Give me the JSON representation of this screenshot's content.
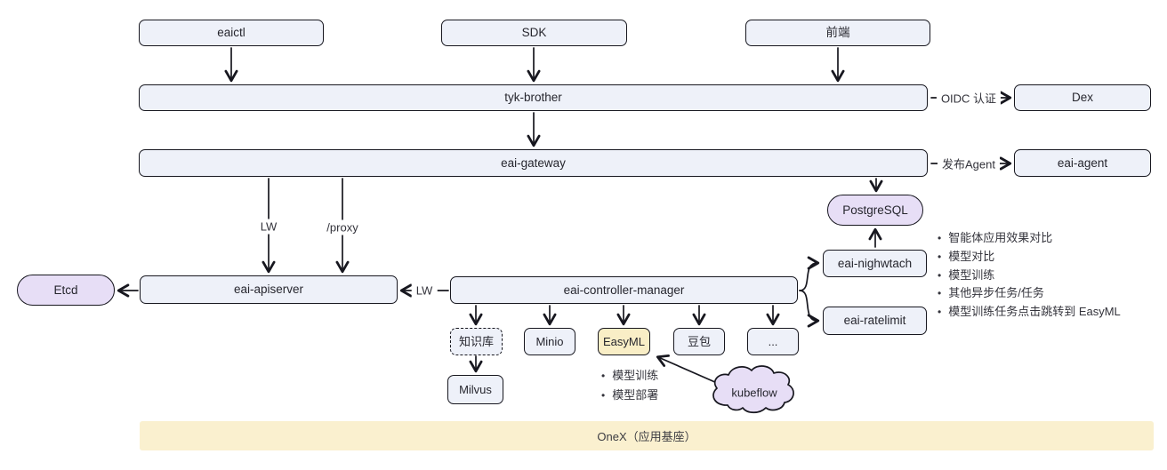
{
  "diagram": {
    "nodes": {
      "eaictl": "eaictl",
      "sdk": "SDK",
      "frontend": "前端",
      "tyk_brother": "tyk-brother",
      "dex": "Dex",
      "eai_gateway": "eai-gateway",
      "eai_agent": "eai-agent",
      "postgresql": "PostgreSQL",
      "etcd": "Etcd",
      "eai_apiserver": "eai-apiserver",
      "eai_controller_manager": "eai-controller-manager",
      "eai_nighwtach": "eai-nighwtach",
      "eai_ratelimit": "eai-ratelimit",
      "knowledge_base": "知识库",
      "minio": "Minio",
      "easyml": "EasyML",
      "doubao": "豆包",
      "ellipsis": "...",
      "milvus": "Milvus",
      "kubeflow": "kubeflow",
      "onex_base": "OneX（应用基座）"
    },
    "edge_labels": {
      "oidc_auth": "OIDC 认证",
      "publish_agent": "发布Agent",
      "lw_gateway": "LW",
      "proxy": "/proxy",
      "lw_controller": "LW"
    },
    "notes": {
      "nightwatch_tasks": [
        "智能体应用效果对比",
        "模型对比",
        "模型训练",
        "其他异步任务/任务",
        "模型训练任务点击跳转到 EasyML"
      ],
      "easyml_tasks": [
        "模型训练",
        "模型部署"
      ]
    },
    "colors": {
      "node_fill": "#eef1f9",
      "node_border": "#17171f",
      "stadium_fill": "#e7def6",
      "easyml_fill": "#f9eec6",
      "base_bar_fill": "#faf0cf",
      "arrow": "#17171f"
    }
  }
}
